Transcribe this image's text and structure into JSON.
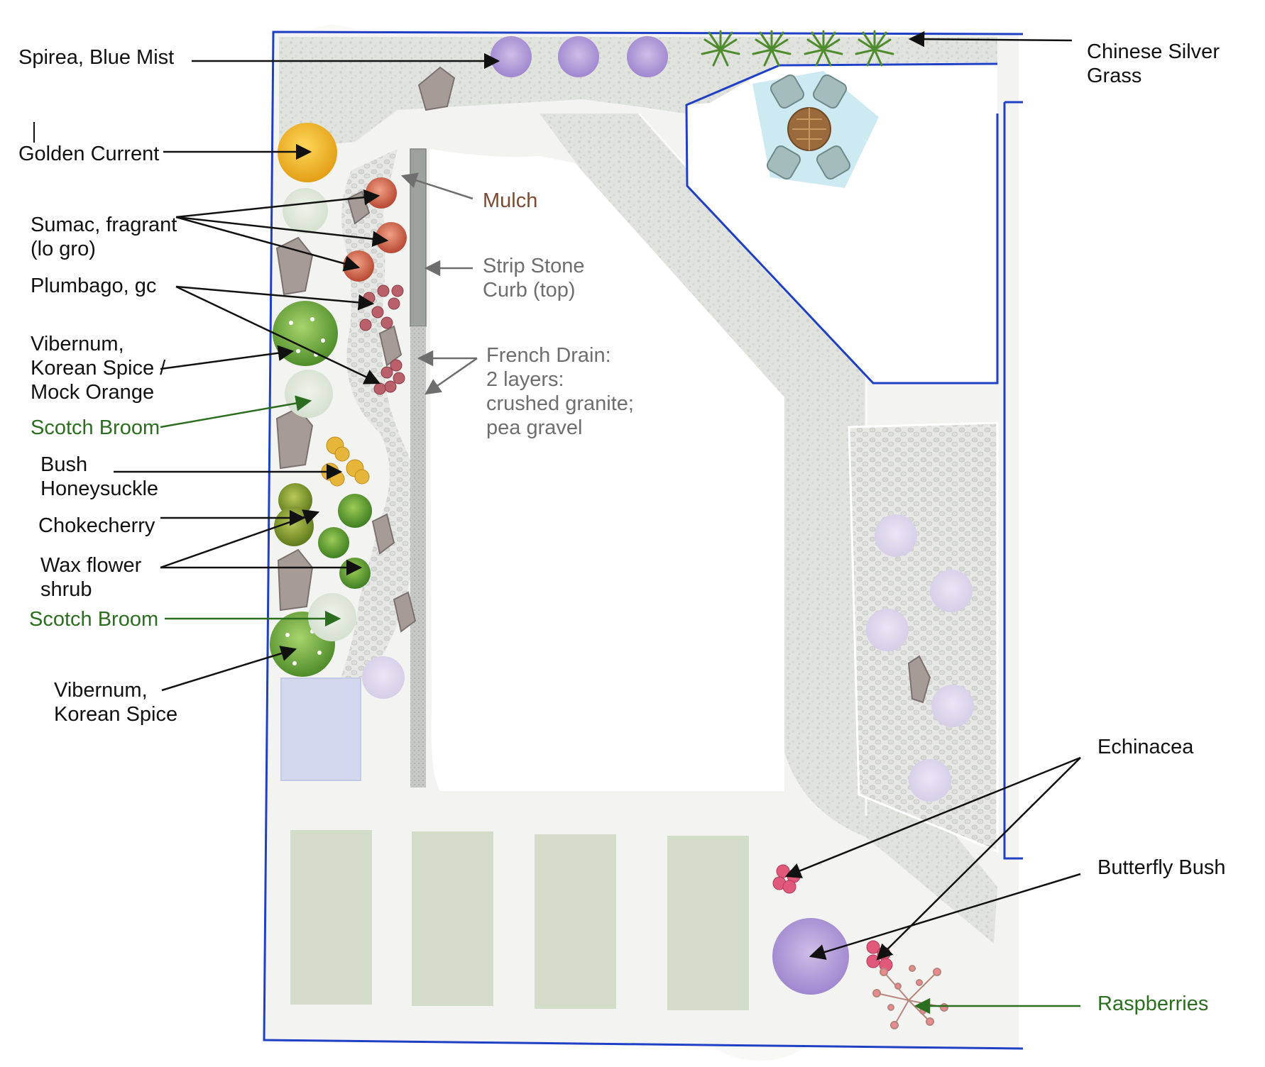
{
  "labels": {
    "spirea": "Spirea, Blue Mist",
    "golden_current": "Golden Current",
    "sumac": "Sumac, fragrant\n(lo gro)",
    "plumbago": "Plumbago, gc",
    "vibernum_mock": "Vibernum,\nKorean Spice /\nMock Orange",
    "scotch_broom_1": "Scotch Broom",
    "bush_honeysuckle": "Bush\nHoneysuckle",
    "chokecherry": "Chokecherry",
    "wax_flower": "Wax flower\nshrub",
    "scotch_broom_2": "Scotch Broom",
    "vibernum_korean": "Vibernum,\nKorean Spice",
    "chinese_silver_grass": "Chinese Silver\nGrass",
    "mulch": "Mulch",
    "strip_stone": "Strip Stone\nCurb (top)",
    "french_drain": "French Drain:\n2 layers:\ncrushed granite;\npea gravel",
    "echinacea": "Echinacea",
    "butterfly_bush": "Butterfly Bush",
    "raspberries": "Raspberries"
  },
  "colors": {
    "property_line": "#1f3fc4",
    "label_black": "#111111",
    "label_green": "#2c6e1f",
    "label_brown": "#7a4a33",
    "label_gray": "#6e6e6e",
    "gravel_path": "#e3e5e1",
    "raised_bed": "#d3dbc9",
    "patio": "#cde9f1",
    "table": "#9a6a3d",
    "lavender": "#b7a3d8",
    "golden": "#f1b728",
    "sumac": "#c9563f",
    "plumbago": "#b9606b",
    "vibernum": "#6fae3c",
    "honeysuckle": "#e6b53a",
    "chokecherry": "#7d9a2c",
    "echinacea": "#e0587a",
    "butterfly": "#9d82cc",
    "water_feature": "#d3d8ee"
  },
  "icons": [
    "tree-shadow",
    "spirea-shrub",
    "grass-clump",
    "patio-table",
    "chair",
    "boulder",
    "raised-bed",
    "raspberry-cane"
  ]
}
